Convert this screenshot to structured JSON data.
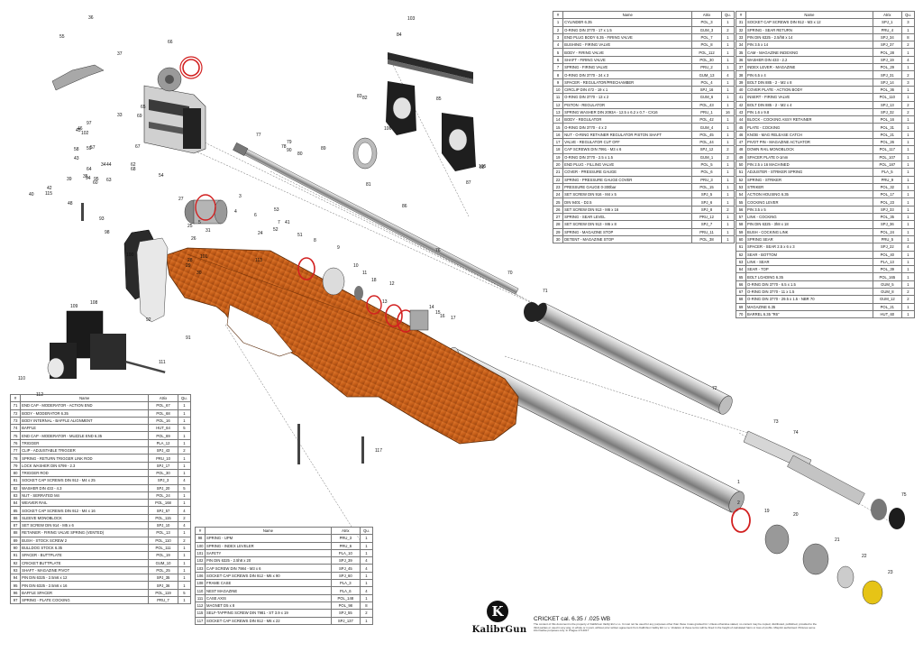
{
  "table_headers": [
    "#",
    "Name",
    "Atrix",
    "Qu."
  ],
  "parts_table_1": [
    [
      "1",
      "CYLINDER 6.35",
      "POL_3",
      "1"
    ],
    [
      "2",
      "O-RING DIN 3770 - 17 x 1.5",
      "GUM_3",
      "2"
    ],
    [
      "3",
      "END PLUG BODY 6.35 - FIRING VALVE",
      "POL_7",
      "1"
    ],
    [
      "4",
      "BUSHING - FIRING VALVE",
      "POL_8",
      "1"
    ],
    [
      "5",
      "BODY - FIRING VALVE",
      "POL_112",
      "1"
    ],
    [
      "6",
      "SHAFT - FIRING VALVE",
      "POL_30",
      "1"
    ],
    [
      "7",
      "SPRING - FIRING VALVE",
      "PRU_2",
      "1"
    ],
    [
      "8",
      "O-RING DIN 3770 - 24 x 3",
      "GUM_13",
      "4"
    ],
    [
      "9",
      "SPACER - REGULATOR/PRECHAMBER",
      "POL_4",
      "1"
    ],
    [
      "10",
      "CIRCLIP DIN 472 - 19 x 1",
      "SPJ_16",
      "1"
    ],
    [
      "11",
      "O-RING DIN 3770 - 13 x 2",
      "GUM_6",
      "1"
    ],
    [
      "12",
      "PISTON - REGULATOR",
      "POL_43",
      "1"
    ],
    [
      "13",
      "SPRING WASHER DIN 2093A - 12.5 x 6.2 x 0.7 - CX16",
      "PRU_1",
      "16"
    ],
    [
      "14",
      "BODY - REGULATOR",
      "POL_42",
      "1"
    ],
    [
      "15",
      "O-RING DIN 3770 - 4 x 2",
      "GUM_4",
      "1"
    ],
    [
      "16",
      "NUT - O-RING RETAINER REGULATOR PISTON SHAFT",
      "POL_45",
      "1"
    ],
    [
      "17",
      "VALVE - REGULATOR CUT OFF",
      "POL_44",
      "1"
    ],
    [
      "18",
      "CAP SCREWS DIN 7991 - M3 x 6",
      "SPJ_12",
      "2"
    ],
    [
      "19",
      "O-RING DIN 3770 - 2.5 x 1.5",
      "GUM_1",
      "2"
    ],
    [
      "20",
      "END PLUG - FILLING VALVE",
      "POL_5",
      "1"
    ],
    [
      "21",
      "COVER - PRESSURE GAUGE",
      "POL_6",
      "1"
    ],
    [
      "22",
      "SPRING - PRESSURE GAUGE COVER",
      "PRU_3",
      "1"
    ],
    [
      "23",
      "PRESSURE GAUGE 0-300bar",
      "POL_15",
      "1"
    ],
    [
      "24",
      "SET SCREW DIN 916 - M4 x 5",
      "SPJ_5",
      "1"
    ],
    [
      "25",
      "DIN 9401 - D2.5",
      "SPJ_6",
      "1"
    ],
    [
      "26",
      "SET SCREW DIN 913 - M6 x 16",
      "SPJ_8",
      "2"
    ],
    [
      "27",
      "SPRING - SEAR LEVEL",
      "PRU_12",
      "1"
    ],
    [
      "28",
      "SET SCREW DIN 913 - M6 x 8",
      "SPJ_7",
      "1"
    ],
    [
      "29",
      "SPRING - MAGAZINE STOP",
      "PRU_11",
      "1"
    ],
    [
      "30",
      "DETENT - MAGAZINE STOP",
      "POL_38",
      "1"
    ]
  ],
  "parts_table_2": [
    [
      "31",
      "SOCKET CAP SCREWS DIN 912 - M3 x 12",
      "SPJ_1",
      "3"
    ],
    [
      "32",
      "SPRING - SEAR RETURN",
      "PRU_4",
      "1"
    ],
    [
      "33",
      "PIN DIN 6325 - 2.5/h8 x 14",
      "SPJ_34",
      "8"
    ],
    [
      "34",
      "PIN 3.5 x 14",
      "SPJ_37",
      "2"
    ],
    [
      "35",
      "CAM - MAGAZINE INDEXING",
      "POL_28",
      "1"
    ],
    [
      "36",
      "WASHER DIN 433 - 2.2",
      "SPJ_19",
      "4"
    ],
    [
      "37",
      "INDEX LEVER - MAGAZINE",
      "POL_29",
      "1"
    ],
    [
      "38",
      "PIN 6.5 x 4",
      "SPJ_31",
      "2"
    ],
    [
      "39",
      "BOLT DIN 885 - 2 - M2 x 8",
      "SPJ_14",
      "3"
    ],
    [
      "40",
      "COVER PLATE - ACTION BODY",
      "POL_36",
      "1"
    ],
    [
      "41",
      "INSERT - FIRING VALVE",
      "POL_110",
      "1"
    ],
    [
      "42",
      "BOLT DIN 885 - 2 - M2 x 4",
      "SPJ_13",
      "2"
    ],
    [
      "43",
      "PIN 1.6 x 9.8",
      "SPJ_32",
      "2"
    ],
    [
      "44",
      "BLOCK - COCKING ASSY RETAINER",
      "POL_16",
      "1"
    ],
    [
      "45",
      "PLATE - COCKING",
      "POL_31",
      "1"
    ],
    [
      "46",
      "KNOB - MAG RELEASE CATCH",
      "POL_21",
      "1"
    ],
    [
      "47",
      "PIVOT PIN - MAGAZINE ACTUATOR",
      "POL_26",
      "1"
    ],
    [
      "48",
      "DOWN RAIL MONOBLOCK",
      "POL_117",
      "1"
    ],
    [
      "49",
      "SPACER PLATE 0-1mm",
      "POL_107",
      "1"
    ],
    [
      "50",
      "PIN 2.5 x 16 MACHINED",
      "POL_187",
      "1"
    ],
    [
      "51",
      "ADJUSTER - STRIKER SPRING",
      "PLA_5",
      "1"
    ],
    [
      "52",
      "SPRING - STRIKER",
      "PRU_9",
      "1"
    ],
    [
      "53",
      "STRIKER",
      "POL_32",
      "1"
    ],
    [
      "54",
      "ACTION HOUSING 6.35",
      "POL_17",
      "1"
    ],
    [
      "55",
      "COCKING LEVER",
      "POL_23",
      "1"
    ],
    [
      "56",
      "PIN 3.5 x 5",
      "SPJ_33",
      "1"
    ],
    [
      "57",
      "LINK - COCKING",
      "POL_35",
      "1"
    ],
    [
      "58",
      "PIN DIN 6325 - 3h8 x 18",
      "SPJ_36",
      "1"
    ],
    [
      "59",
      "BUSH - COCKING LINK",
      "POL_24",
      "1"
    ],
    [
      "60",
      "SPRING SEAR",
      "PRU_5",
      "1"
    ],
    [
      "61",
      "SPACER - SEAR 2.5 x 6 x 3",
      "SPJ_22",
      "4"
    ],
    [
      "62",
      "SEAR - BOTTOM",
      "POL_40",
      "1"
    ],
    [
      "63",
      "LINK - SEAR",
      "PLA_13",
      "1"
    ],
    [
      "64",
      "SEAR - TOP",
      "POL_39",
      "1"
    ],
    [
      "65",
      "BOLT LOADING 6.35",
      "POL_165",
      "1"
    ],
    [
      "66",
      "O-RING DIN 3770 - 6.5 x 1.5",
      "GUM_5",
      "1"
    ],
    [
      "67",
      "O-RING DIN 3770 - 11 x 1.5",
      "GUM_8",
      "2"
    ],
    [
      "68",
      "O-RING DIN 3770 - 29.5 x 1.5 - NBR 70",
      "GUM_12",
      "2"
    ],
    [
      "69",
      "MAGAZINE 6.35",
      "POL_21",
      "1"
    ],
    [
      "70",
      "BARREL 6.35 \"R6\"",
      "HUT_60",
      "1"
    ]
  ],
  "parts_table_3": [
    [
      "71",
      "END CAP - MODERATOR - ACTION END",
      "POL_67",
      "1"
    ],
    [
      "72",
      "BODY - MODERATOR 6.35",
      "POL_68",
      "1"
    ],
    [
      "73",
      "BODY INTERNAL - BAFFLE ALIGNMENT",
      "POL_16",
      "1"
    ],
    [
      "74",
      "BAFFLE",
      "HUT_64",
      "5"
    ],
    [
      "75",
      "END CAP - MODERATOR - MUZZLE END 6.35",
      "POL_69",
      "1"
    ],
    [
      "76",
      "TRIGGER",
      "PLA_12",
      "1"
    ],
    [
      "77",
      "CLIP - ADJUSTABLE TRIGGER",
      "SPJ_43",
      "2"
    ],
    [
      "78",
      "SPRING - RETURN TRIGGER LINK ROD",
      "PRU_10",
      "1"
    ],
    [
      "79",
      "LOCK WASHER DIN 6799 - 2.3",
      "SPJ_17",
      "1"
    ],
    [
      "80",
      "TRIGGER ROD",
      "POL_30",
      "1"
    ],
    [
      "81",
      "SOCKET CAP SCREWS DIN 912 - M4 x 25",
      "SPJ_3",
      "4"
    ],
    [
      "82",
      "WASHER DIN 433 - 4.3",
      "SPJ_20",
      "5"
    ],
    [
      "83",
      "NUT - SERRATED M4",
      "POL_24",
      "1"
    ],
    [
      "84",
      "WEAVER RAIL",
      "POL_168",
      "1"
    ],
    [
      "85",
      "SOCKET CAP SCREWS DIN 912 - M4 x 16",
      "SPJ_57",
      "4"
    ],
    [
      "86",
      "SLEEVE MONOBLOCK",
      "POL_115",
      "2"
    ],
    [
      "87",
      "SET SCREW DIN 914 - M5 x 6",
      "SPJ_10",
      "4"
    ],
    [
      "88",
      "RETAINER - FIRING VALVE SPRING (VENTED)",
      "POL_13",
      "1"
    ],
    [
      "89",
      "BUSH - STOCK SCREW 2",
      "POL_110",
      "2"
    ],
    [
      "90",
      "BULLDOG STOCK 6.35",
      "POL_111",
      "1"
    ],
    [
      "91",
      "SPACER - BUTTPLATE",
      "POL_19",
      "1"
    ],
    [
      "92",
      "CRICKET BUTTPLATE",
      "GUM_10",
      "1"
    ],
    [
      "93",
      "SHAFT - MAGAZINE PIVOT",
      "POL_25",
      "1"
    ],
    [
      "94",
      "PIN DIN 6325 - 2.5m6 x 12",
      "SPJ_35",
      "1"
    ],
    [
      "95",
      "PIN DIN 6325 - 2.5m6 x 16",
      "SPJ_36",
      "1"
    ],
    [
      "96",
      "BAFFLE SPACER",
      "POL_119",
      "5"
    ],
    [
      "97",
      "SPRING - PLATE COCKING",
      "PRU_7",
      "1"
    ]
  ],
  "parts_table_4": [
    [
      "98",
      "SPRING - UPM",
      "PRU_3",
      "1"
    ],
    [
      "100",
      "SPRING - INDEX LEVELER",
      "PRU_6",
      "1"
    ],
    [
      "101",
      "SAFETY",
      "PLA_10",
      "1"
    ],
    [
      "102",
      "PIN DIN 6325 - 2.5h8 x 20",
      "SPJ_39",
      "4"
    ],
    [
      "103",
      "CAP SCREW DIN 7984 - M3 x 6",
      "SPJ_45",
      "4"
    ],
    [
      "106",
      "SOCKET CAP SCREWS DIN 912 - M6 x 90",
      "SPJ_60",
      "1"
    ],
    [
      "108",
      "FRAME CASE",
      "PLA_3",
      "1"
    ],
    [
      "110",
      "NEST MAGAZINE",
      "PLA_6",
      "4"
    ],
    [
      "111",
      "CASE AXIS",
      "POL_148",
      "1"
    ],
    [
      "112",
      "MAGNET D5 x 8",
      "POL_98",
      "8"
    ],
    [
      "115",
      "SELF-TAPPING SCREW DIN 7981 - ST 3.9 x 19",
      "SPJ_55",
      "2"
    ],
    [
      "117",
      "SOCKET CAP SCREWS DIN 912 - M6 x 22",
      "SPJ_137",
      "1"
    ]
  ],
  "brand": "KalibrGun",
  "brand_letter": "K",
  "drawing_title": "CRICKET cal. 6.35 / .025 WB",
  "drawing_note": "The content of this document is the property of KalibrGun Vačký EU s.r.o. It must not be used for any purposes other than those it was granted for. Unless otherwise stated, no content may be copied, distributed, published, provided to the third parties or used in any way, in whole or in part, without prior written agreement from KalibrGun Vačky EU s.r.o. Violation of these terms will be fined in the height of calculated harm or loss of profits. Misprint authorised. Pictures serve informative purposes only.",
  "drawing_date": "In Prague 4.5.2017",
  "callouts": [
    "1",
    "2",
    "3",
    "4",
    "5",
    "6",
    "7",
    "8",
    "9",
    "10",
    "11",
    "12",
    "13",
    "14",
    "15",
    "16",
    "17",
    "18",
    "19",
    "20",
    "21",
    "22",
    "23",
    "24",
    "25",
    "26",
    "27",
    "28",
    "29",
    "30",
    "31",
    "33",
    "34",
    "35",
    "36",
    "37",
    "39",
    "40",
    "41",
    "42",
    "43",
    "44",
    "45",
    "46",
    "48",
    "51",
    "52",
    "53",
    "54",
    "55",
    "57",
    "58",
    "59",
    "60",
    "62",
    "63",
    "64",
    "65",
    "66",
    "67",
    "68",
    "69",
    "70",
    "71",
    "72",
    "73",
    "74",
    "75",
    "76",
    "77",
    "78",
    "79",
    "80",
    "81",
    "82",
    "83",
    "84",
    "85",
    "86",
    "87",
    "88",
    "89",
    "90",
    "91",
    "92",
    "93",
    "94",
    "95",
    "97",
    "98",
    "100",
    "101",
    "102",
    "103",
    "105",
    "106",
    "108",
    "109",
    "110",
    "111",
    "112",
    "113",
    "115",
    "117"
  ],
  "colors": {
    "stock": "#c8601a",
    "stock_dark": "#8a3d0c",
    "oring": "#d22020",
    "gauge_yellow": "#e6c416",
    "metal_dark": "#2a2a2a",
    "metal_mid": "#8c8c8c",
    "metal_light": "#d8d8d8"
  }
}
